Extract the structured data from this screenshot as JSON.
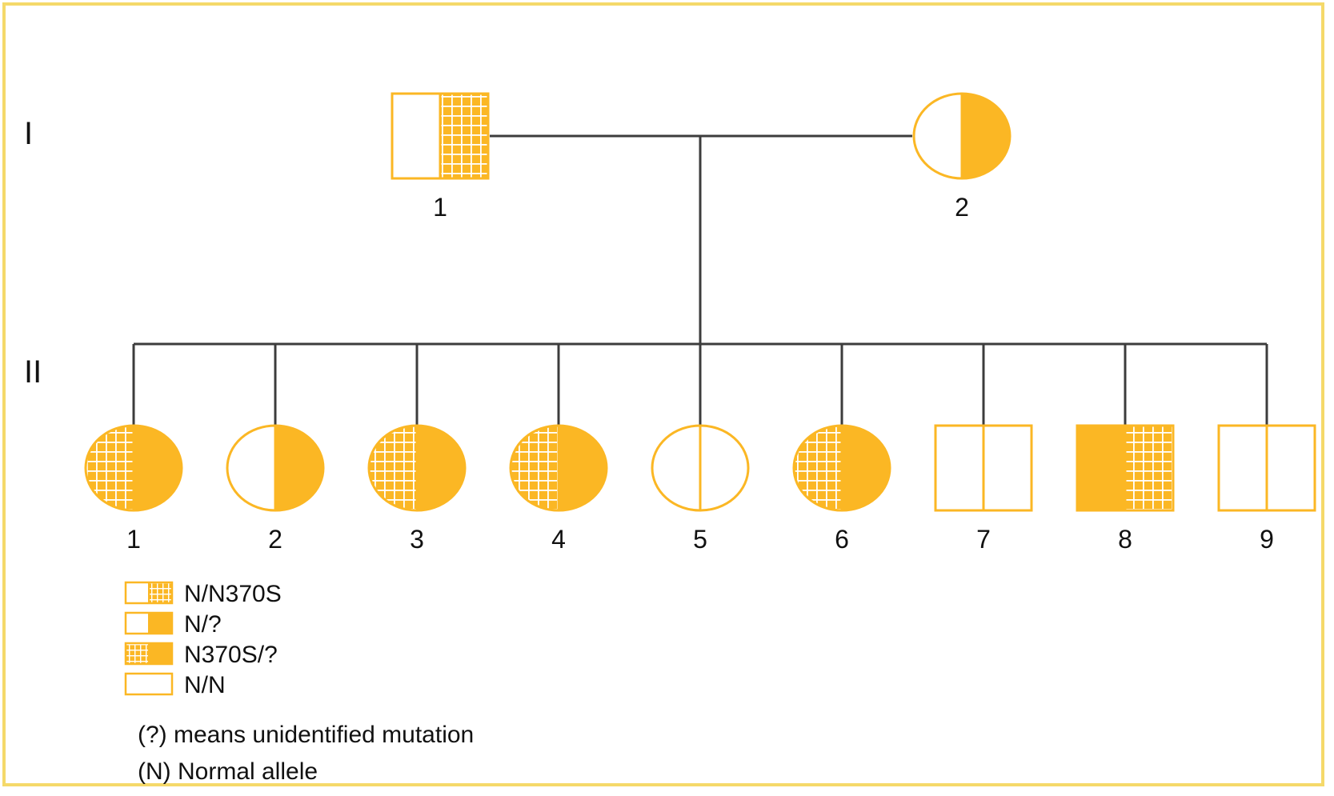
{
  "colors": {
    "accent": "#fbb724",
    "line": "#3c3c3c",
    "frame": "#f5d96a"
  },
  "generations": {
    "gen1": "I",
    "gen2": "II"
  },
  "gen1": [
    {
      "label": "1",
      "sex": "male",
      "genotype": "N/N370S"
    },
    {
      "label": "2",
      "sex": "female",
      "genotype": "N/?"
    }
  ],
  "gen2": [
    {
      "label": "1",
      "sex": "female",
      "genotype": "N370S/?"
    },
    {
      "label": "2",
      "sex": "female",
      "genotype": "N/?"
    },
    {
      "label": "3",
      "sex": "female",
      "genotype": "N370S/?"
    },
    {
      "label": "4",
      "sex": "female",
      "genotype": "N370S/?"
    },
    {
      "label": "5",
      "sex": "female",
      "genotype": "N/N"
    },
    {
      "label": "6",
      "sex": "female",
      "genotype": "N370S/?"
    },
    {
      "label": "7",
      "sex": "male",
      "genotype": "N/N"
    },
    {
      "label": "8",
      "sex": "male",
      "genotype": "?/N370S"
    },
    {
      "label": "9",
      "sex": "male",
      "genotype": "N/N"
    }
  ],
  "legend": [
    {
      "label": "N/N370S"
    },
    {
      "label": "N/?"
    },
    {
      "label": "N370S/?"
    },
    {
      "label": "N/N"
    }
  ],
  "notes": {
    "unidentified": "(?) means unidentified mutation",
    "normal": "(N) Normal allele"
  }
}
